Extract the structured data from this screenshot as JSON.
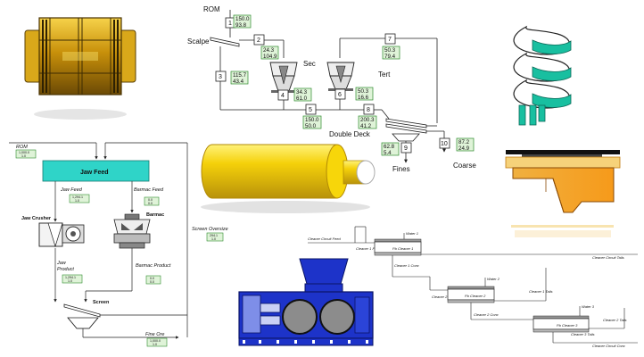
{
  "colors": {
    "data_box_fill": "#dff3d8",
    "data_box_stroke": "#2e8b2e",
    "feed_box": "#2fd4c8",
    "gold": "#e2b21a",
    "gold_dark": "#7a5a08",
    "cylinder": "#f5cf0a",
    "blue_machine": "#1d33c9",
    "green_spiral": "#18bfa0",
    "orange_hopper": "#f5a22a",
    "line": "#222222"
  },
  "icons": [
    "ball-mill-drum-icon",
    "ore-spiral-icon",
    "hopper-feeder-icon",
    "kiln-cylinder-icon",
    "roll-crusher-icon",
    "jaw-crusher-icon",
    "cone-crusher-icon",
    "vibrating-screen-icon",
    "flotation-cell-icon"
  ],
  "crushing_circuit": {
    "rom_label": "ROM",
    "scalp_label": "Scalpe",
    "secondary_label": "Sec",
    "tertiary_label": "Tert",
    "double_deck_label": "Double Deck",
    "fines_label": "Fines",
    "coarse_label": "Coarse",
    "nodes": [
      "1",
      "2",
      "3",
      "4",
      "5",
      "6",
      "7",
      "8",
      "9",
      "10"
    ],
    "streams": [
      {
        "v1": "150.0",
        "v2": "93.8"
      },
      {
        "v1": "24.3",
        "v2": "104.9"
      },
      {
        "v1": "115.7",
        "v2": "43.4"
      },
      {
        "v1": "34.3",
        "v2": "61.0"
      },
      {
        "v1": "150.0",
        "v2": "50.0"
      },
      {
        "v1": "50.3",
        "v2": "79.4"
      },
      {
        "v1": "50.3",
        "v2": "16.6"
      },
      {
        "v1": "200.3",
        "v2": "41.2"
      },
      {
        "v1": "62.8",
        "v2": "5.4"
      },
      {
        "v1": "87.2",
        "v2": "24.9"
      }
    ]
  },
  "jaw_circuit": {
    "rom_label": "ROM",
    "rom_box": {
      "v1": "1,000.0",
      "v2": "1.0"
    },
    "jaw_feed_label": "Jaw Feed",
    "jaw_feed_italic": "Jaw Feed",
    "jaw_feed_box": {
      "v1": "1,294.1",
      "v2": "1.0"
    },
    "barmac_feed_label": "Barmac Feed",
    "barmac_feed_box": {
      "v1": "0.0",
      "v2": "0.0"
    },
    "jaw_crusher_label": "Jaw Crusher",
    "barmac_label": "Barmac",
    "jaw_product_label1": "Jaw",
    "jaw_product_label2": "Product",
    "jaw_product_box": {
      "v1": "1,294.1",
      "v2": "1.0"
    },
    "barmac_product_label": "Barmac Product",
    "barmac_product_box": {
      "v1": "0.0",
      "v2": "0.0"
    },
    "screen_label": "Screen",
    "screen_oversize_label": "Screen Oversize",
    "screen_oversize_box": {
      "v1": "294.1",
      "v2": "1.0"
    },
    "fine_ore_label": "Fine Ore",
    "fine_ore_box": {
      "v1": "1,000.0",
      "v2": "1.0"
    }
  },
  "flotation_circuit": {
    "cleaner_feed_label": "Cleaner Circuit Feed",
    "cleaner_tails_label": "Cleaner Circuit Tails",
    "water1_label": "Water 1",
    "water2_label": "Water 2",
    "water3_label": "Water 3",
    "cleaner1_feed_label": "Cleaner 1 Feed",
    "cell1_label": "Pb Cleaner 1",
    "cleaner1_conc_label": "Cleaner 1 Conc",
    "cleaner1_tails_label": "Cleaner 1 Tails",
    "cleaner2_feed_label": "Cleaner 2 Feed",
    "cell2_label": "Pb Cleaner 2",
    "cleaner2_conc_label": "Cleaner 2 Conc",
    "cleaner2_tails_label": "Cleaner 2 Tails",
    "cell3_label": "Pb Cleaner 3",
    "cleaner3_tails_label": "Cleaner 3 Tails",
    "cleaner_conc_label": "Cleaner Circuit Conc"
  }
}
